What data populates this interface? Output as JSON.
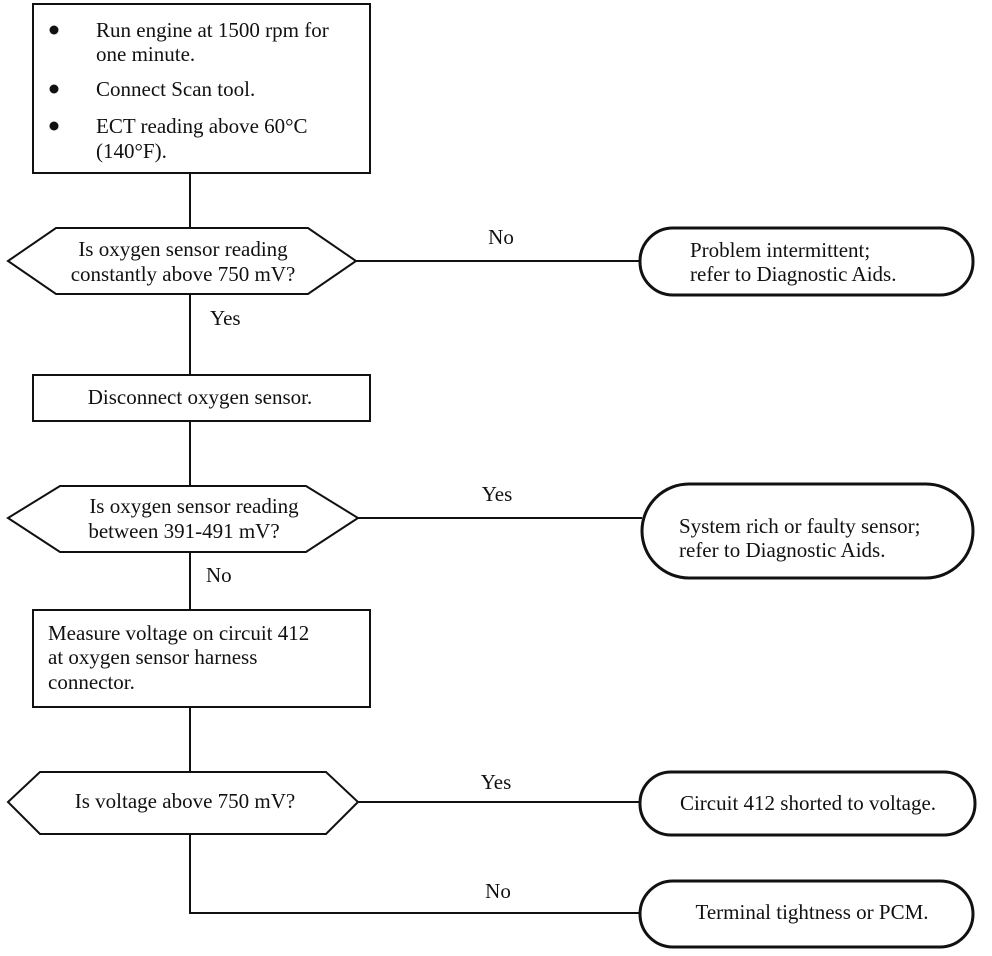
{
  "start_box": {
    "bullets": [
      [
        "Run engine at 1500 rpm for",
        "one minute."
      ],
      [
        "Connect Scan tool."
      ],
      [
        "ECT reading above 60°C",
        "(140°F)."
      ]
    ]
  },
  "decision_1": {
    "lines": [
      "Is oxygen sensor reading",
      "constantly above 750 mV?"
    ],
    "no_label": "No",
    "yes_label": "Yes"
  },
  "terminal_1": {
    "lines": [
      "Problem intermittent;",
      "refer to Diagnostic Aids."
    ]
  },
  "step_disconnect": {
    "text": "Disconnect oxygen sensor."
  },
  "decision_2": {
    "lines": [
      "Is oxygen sensor reading",
      "between 391-491 mV?"
    ],
    "yes_label": "Yes",
    "no_label": "No"
  },
  "terminal_2": {
    "lines": [
      "System rich or faulty sensor;",
      "refer to  Diagnostic Aids."
    ]
  },
  "step_measure": {
    "lines": [
      "Measure voltage on circuit 412",
      "at oxygen sensor harness",
      "connector."
    ]
  },
  "decision_3": {
    "text": "Is voltage above 750 mV?",
    "yes_label": "Yes",
    "no_label": "No"
  },
  "terminal_3": {
    "text": "Circuit 412 shorted to voltage."
  },
  "terminal_4": {
    "text": "Terminal tightness or PCM."
  }
}
